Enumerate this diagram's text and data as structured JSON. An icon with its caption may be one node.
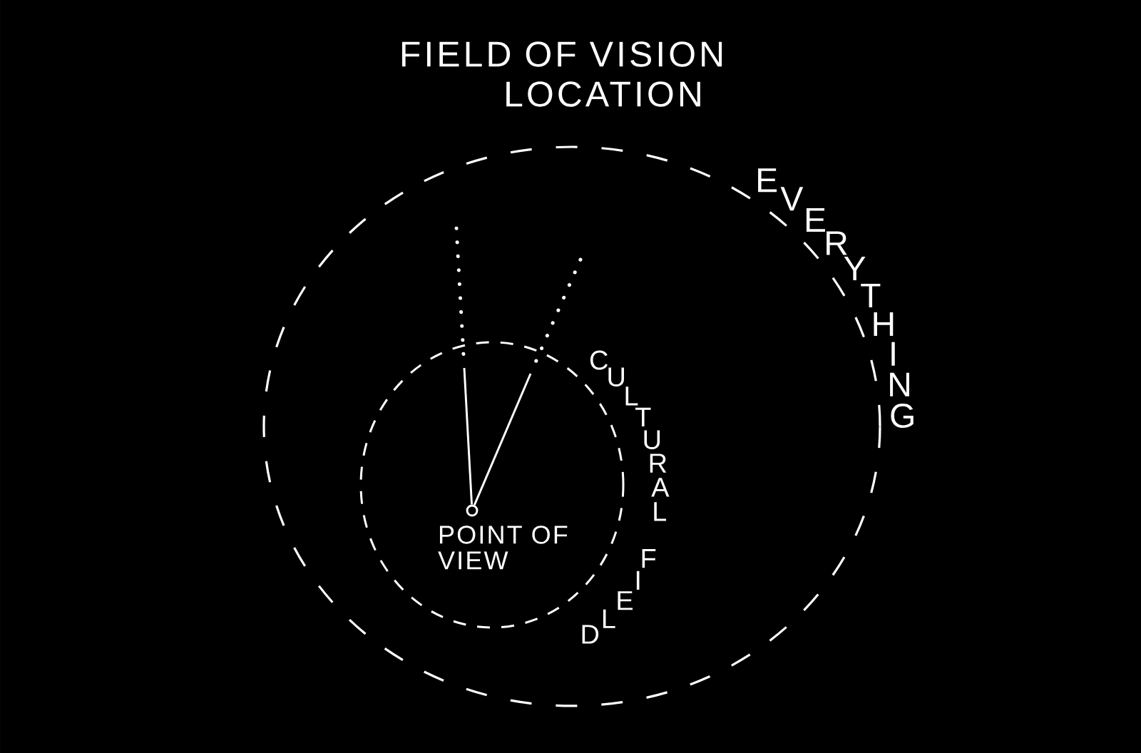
{
  "diagram": {
    "nodes": [
      {
        "text": [
          "EVERYTHING"
        ]
      },
      {
        "text": [
          "CULTURAL FIELD"
        ],
        "in": 0
      },
      {
        "text": [
          "POINT OF VIEW"
        ],
        "in": 1
      }
    ],
    "edges": [
      {
        "from": 2,
        "to": null,
        "arrow": "none"
      },
      {
        "from": 2,
        "to": null,
        "arrow": "none"
      }
    ],
    "labels": [
      "FIELD OF VISION",
      "LOCATION"
    ]
  }
}
